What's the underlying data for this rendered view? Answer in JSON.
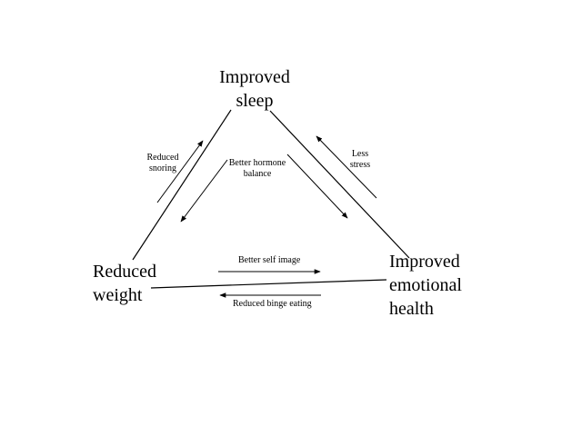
{
  "nodes": {
    "sleep": [
      "Improved",
      "sleep"
    ],
    "weight": [
      "Reduced",
      "weight"
    ],
    "emotional": [
      "Improved",
      "emotional",
      "health"
    ]
  },
  "labels": {
    "reduced_snoring": [
      "Reduced",
      "snoring"
    ],
    "hormone_balance": [
      "Better hormone",
      "balance"
    ],
    "less_stress": [
      "Less",
      "stress"
    ],
    "self_image": [
      "Better self image"
    ],
    "binge_eating": [
      "Reduced binge eating"
    ]
  },
  "colors": {
    "ink": "#000000",
    "background": "#ffffff"
  }
}
